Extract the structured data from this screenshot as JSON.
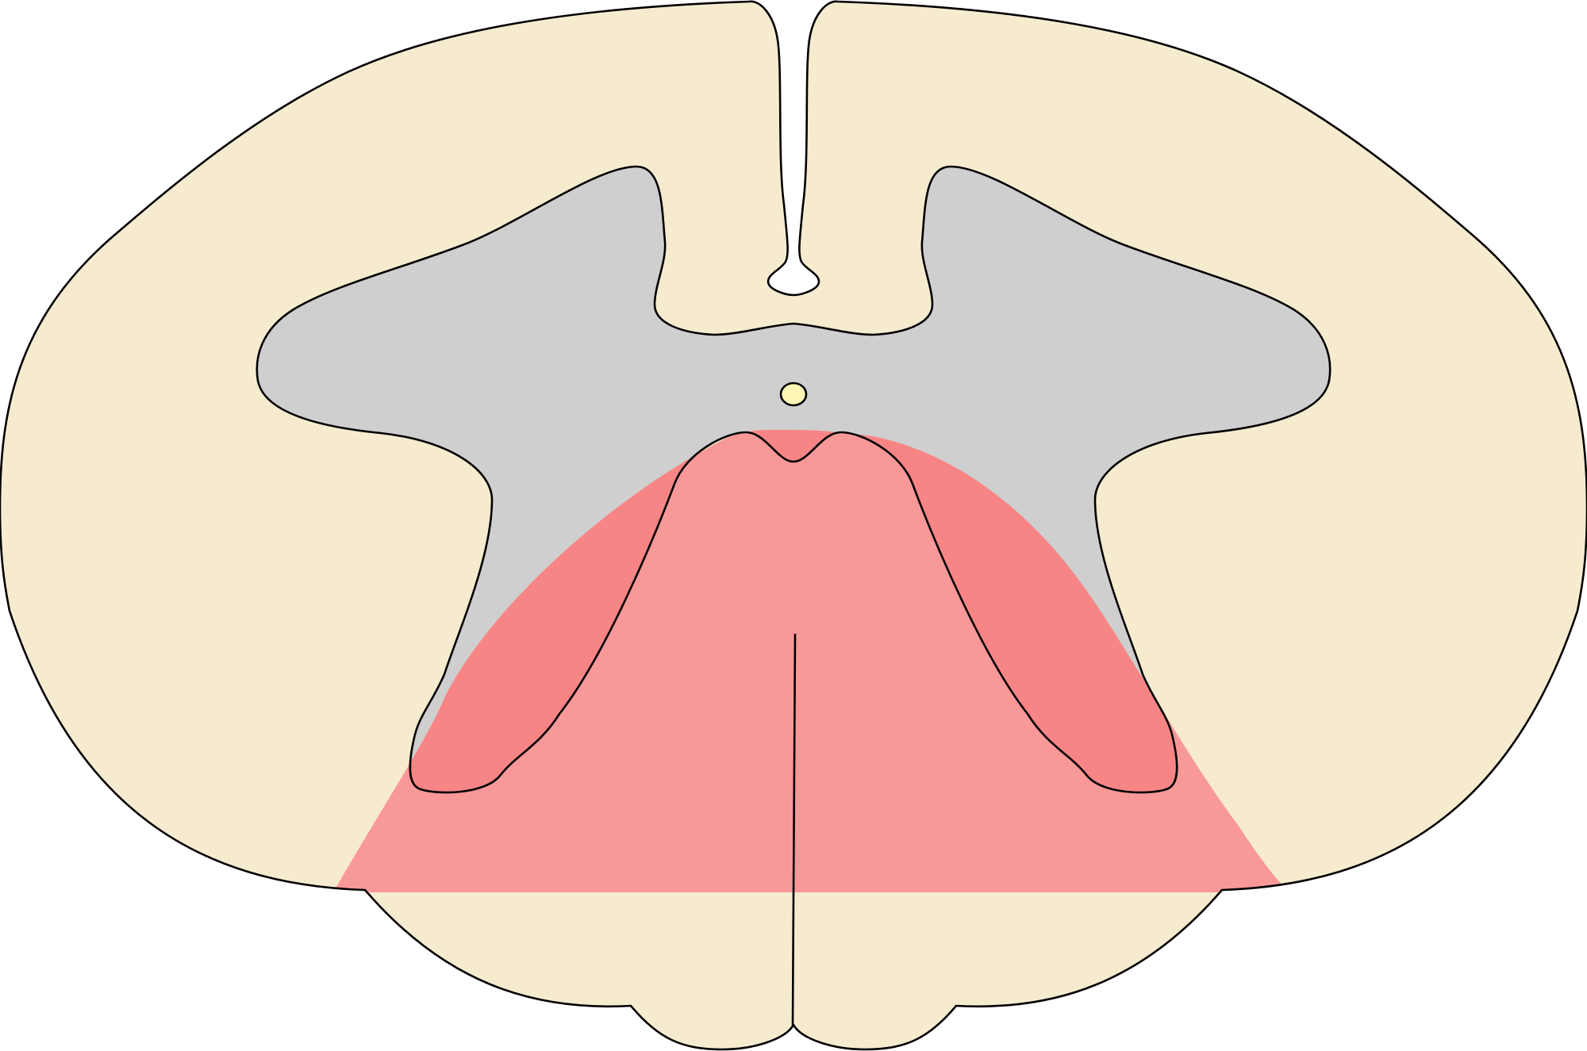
{
  "diagram": {
    "subject": "spinal-cord-cross-section",
    "colors": {
      "white_matter": "#f6ebcf",
      "gray_matter": "#cfcfcf",
      "highlight_region": "#f99898",
      "highlight_overlap": "#f88585",
      "central_canal": "#fdf6b6",
      "outline": "#000000",
      "background": "#ffffff"
    },
    "regions": [
      {
        "id": "white-matter"
      },
      {
        "id": "gray-matter"
      },
      {
        "id": "highlighted-ventral-region"
      },
      {
        "id": "central-canal"
      },
      {
        "id": "dorsal-median-sulcus"
      },
      {
        "id": "ventral-median-fissure"
      }
    ]
  }
}
